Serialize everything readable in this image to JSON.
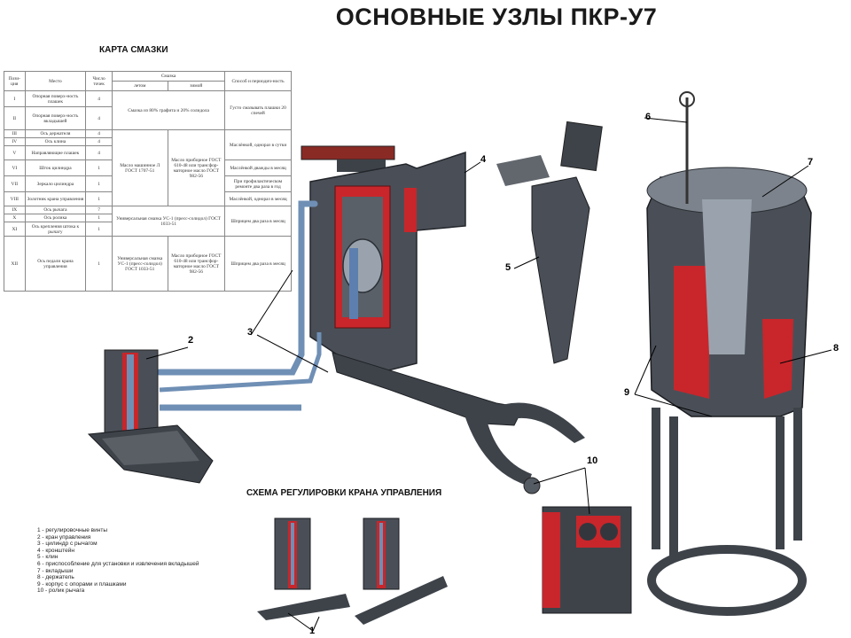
{
  "title": "ОСНОВНЫЕ УЗЛЫ ПКР-У7",
  "card_title": "КАРТА СМАЗКИ",
  "scheme_title": "СХЕМА РЕГУЛИРОВКИ КРАНА УПРАВЛЕНИЯ",
  "table": {
    "headers": {
      "pos": "Пози-ция",
      "place": "Место",
      "count": "Число точек",
      "lub": "Смазка",
      "summer": "летом",
      "winter": "зимой",
      "method": "Способ и периодич-ность"
    },
    "rows": [
      {
        "pos": "I",
        "place": "Опорная поверх-ность плашек",
        "count": "4"
      },
      {
        "pos": "II",
        "place": "Опорная поверх-ность вкладышей",
        "count": "4"
      },
      {
        "pos": "III",
        "place": "Ось держателя",
        "count": "4"
      },
      {
        "pos": "IV",
        "place": "Ось клина",
        "count": "4"
      },
      {
        "pos": "V",
        "place": "Направляющие плашек",
        "count": "4"
      },
      {
        "pos": "VI",
        "place": "Шток цилиндра",
        "count": "1"
      },
      {
        "pos": "VII",
        "place": "Зеркало цилиндра",
        "count": "1"
      },
      {
        "pos": "VIII",
        "place": "Золотник крана управления",
        "count": "1"
      },
      {
        "pos": "IX",
        "place": "Ось рычага",
        "count": "7"
      },
      {
        "pos": "X",
        "place": "Ось ролика",
        "count": "1"
      },
      {
        "pos": "XI",
        "place": "Ось крепления штока к рычагу",
        "count": "1"
      },
      {
        "pos": "XII",
        "place": "Ось педали крана управления",
        "count": "1"
      }
    ],
    "lub_a": "Смазка из 80% графита и 20% солидола",
    "method_a": "Густо смазывать плашки 20 спечей",
    "lub_b_summer": "Масло машинное Л ГОСТ 1707-51",
    "lub_b_winter": "Масло приборное ГОСТ 610-48 или трансфор-маторное масло ГОСТ 982-56",
    "method_b1": "Маслёнкой, однораз в сутки",
    "method_b2": "Маслёнкой дважды в месяц",
    "method_b3": "При профилактическом ремонте два раза в год",
    "method_b4": "Маслёнкой, однораз в месяц",
    "lub_c": "Универсальная смазка УС-1 (пресс-солидол) ГОСТ 1033-51",
    "method_c": "Шприцем два раза в месяц",
    "lub_d_summer": "Универсальная смазка УС-1 (пресс-солидол) ГОСТ 1033-51",
    "lub_d_winter": "Масло приборное ГОСТ 610-48 или трансфор-маторное масло ГОСТ 982-56",
    "method_d": "Шприцем два раза в месяц"
  },
  "legend": [
    "1 - регулировочные винты",
    "2 - кран управления",
    "3 - цилиндр с рычагом",
    "4 - кронштейн",
    "5 - клин",
    "6 - приспособление для установки и извлечения вкладышей",
    "7 - вкладыши",
    "8 - держатель",
    "9 - корпус с опорами и плашками",
    "10 - ролик рычага"
  ],
  "callouts": [
    "1",
    "2",
    "3",
    "4",
    "5",
    "6",
    "7",
    "8",
    "9",
    "10"
  ],
  "colors": {
    "metal": "#4a4f57",
    "section": "#c8262b",
    "pipe": "#6f8fb5",
    "background": "#ffffff"
  }
}
